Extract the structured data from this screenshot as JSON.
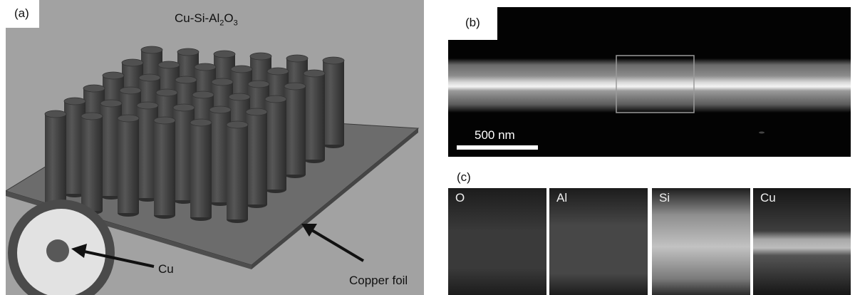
{
  "panel_a": {
    "label": "(a)",
    "title_main": "Cu-Si-Al",
    "title_sub1": "2",
    "title_mid": "O",
    "title_sub2": "3",
    "annotation_cu": "Cu",
    "annotation_foil": "Copper foil"
  },
  "panel_b": {
    "label": "(b)",
    "scalebar_label": "500 nm"
  },
  "panel_c": {
    "label": "(c)",
    "maps": [
      {
        "label": "O"
      },
      {
        "label": "Al"
      },
      {
        "label": "Si"
      },
      {
        "label": "Cu"
      }
    ]
  }
}
